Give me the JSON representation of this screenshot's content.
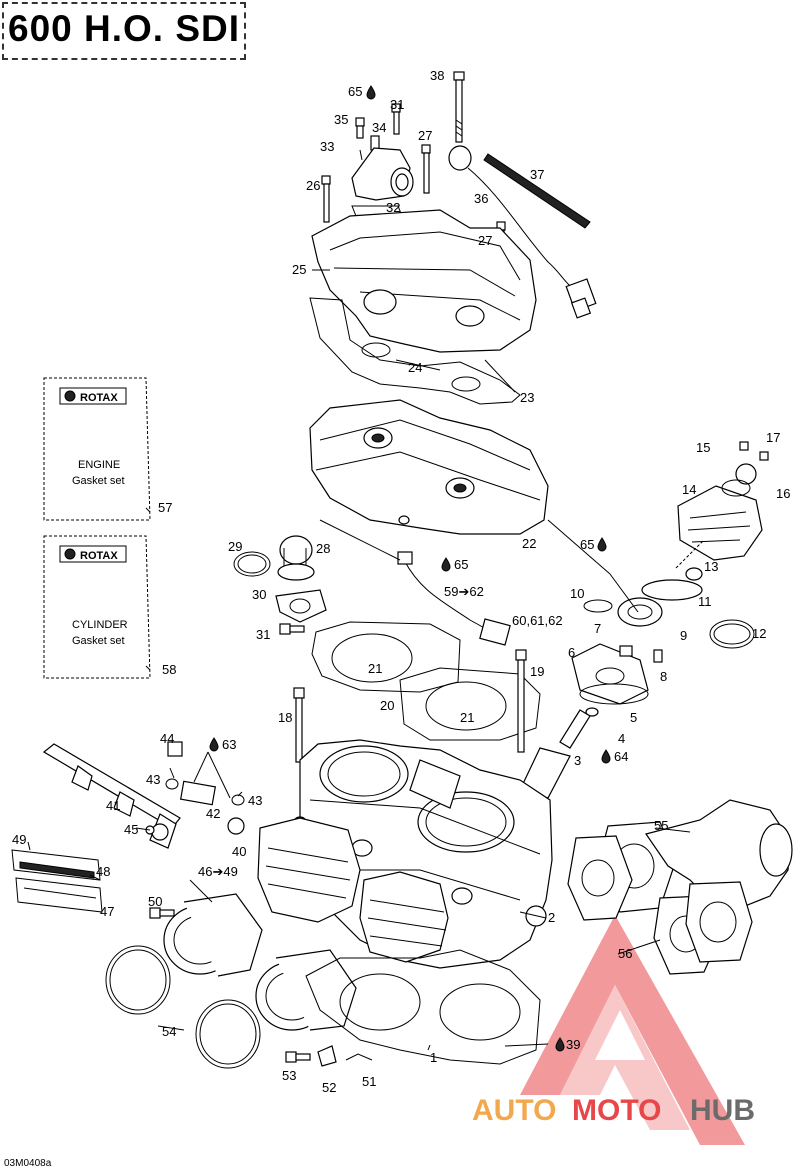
{
  "title": "600 H.O. SDI",
  "figure_code": "03M0408a",
  "boxes": {
    "engine": {
      "brand": "ROTAX",
      "line1": "ENGINE",
      "line2": "Gasket set",
      "ref": "57"
    },
    "cylinder": {
      "brand": "ROTAX",
      "line1": "CYLINDER",
      "line2": "Gasket set",
      "ref": "58"
    }
  },
  "callouts": {
    "c1": "1",
    "c2": "2",
    "c3": "3",
    "c4": "4",
    "c5": "5",
    "c6": "6",
    "c7": "7",
    "c8": "8",
    "c9": "9",
    "c10": "10",
    "c11": "11",
    "c12": "12",
    "c13": "13",
    "c14": "14",
    "c15": "15",
    "c16": "16",
    "c17": "17",
    "c18": "18",
    "c19": "19",
    "c20": "20",
    "c21a": "21",
    "c21b": "21",
    "c22": "22",
    "c23": "23",
    "c24": "24",
    "c25": "25",
    "c26": "26",
    "c27a": "27",
    "c27b": "27",
    "c28": "28",
    "c29": "29",
    "c30": "30",
    "c31a": "31",
    "c31b": "31",
    "c32": "32",
    "c33": "33",
    "c34": "34",
    "c35": "35",
    "c36": "36",
    "c37": "37",
    "c38": "38",
    "c39": "39",
    "c40": "40",
    "c41": "41",
    "c42": "42",
    "c43a": "43",
    "c43b": "43",
    "c44": "44",
    "c45": "45",
    "c46": "46➔49",
    "c47": "47",
    "c48": "48",
    "c49": "49",
    "c50": "50",
    "c51": "51",
    "c52": "52",
    "c53": "53",
    "c54": "54",
    "c55": "55",
    "c56": "56",
    "c59": "59➔62",
    "c60": "60,61,62",
    "c63": "63",
    "c64": "64",
    "c65a": "65",
    "c65b": "65",
    "c65c": "65"
  },
  "watermark": {
    "part1": "AUTO",
    "part2": "MOTO",
    "part3": "HUB",
    "colors": {
      "red": "#e8474a",
      "orange": "#f2a94e",
      "grey": "#6b6b6b"
    }
  },
  "icons": [
    "drop-icon",
    "rotax-logo-icon"
  ]
}
